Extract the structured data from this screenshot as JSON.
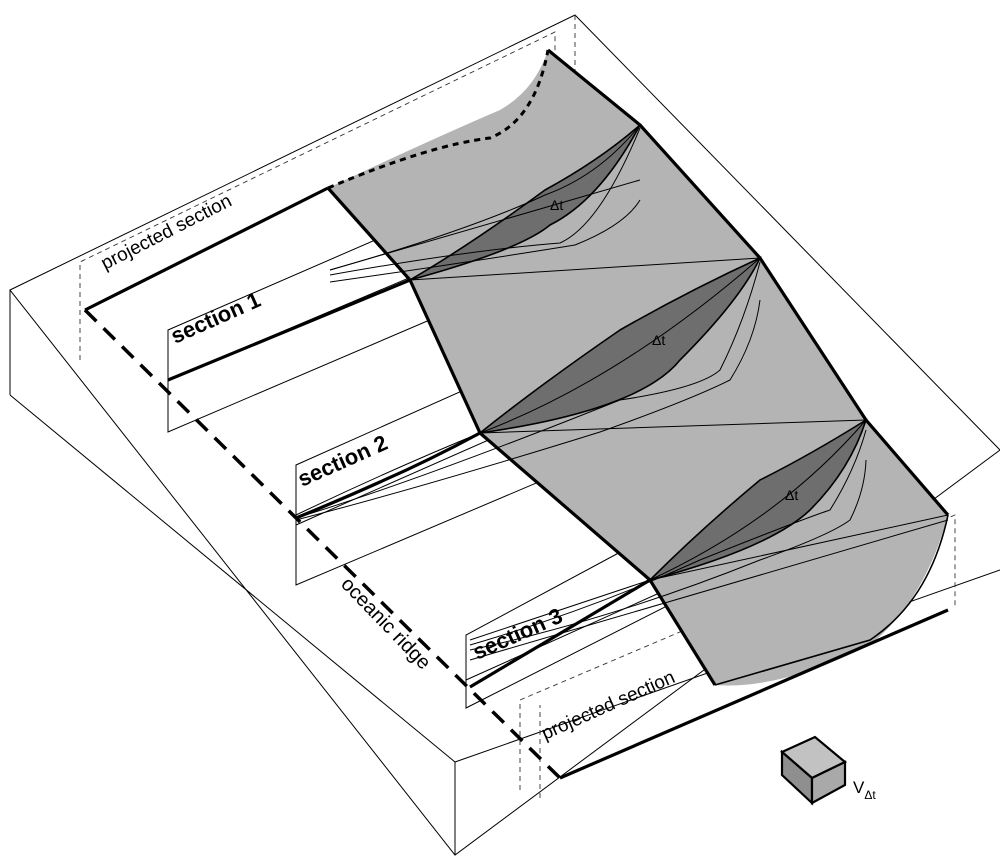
{
  "labels": {
    "section_1": "section 1",
    "section_2": "section 2",
    "section_3": "section 3",
    "projected_section_top": "projected section",
    "projected_section_bottom": "projected section",
    "oceanic_ridge": "oceanic ridge",
    "delta_t_1": "Δt",
    "delta_t_2": "Δt",
    "delta_t_3": "Δt",
    "volume_symbol": "V",
    "volume_subscript": "Δt"
  },
  "colors": {
    "surface_fill": "#b4b4b4",
    "delta_t_fill": "#6e6e6e",
    "cube_fill": "#a9a9a9",
    "line": "#000000"
  }
}
